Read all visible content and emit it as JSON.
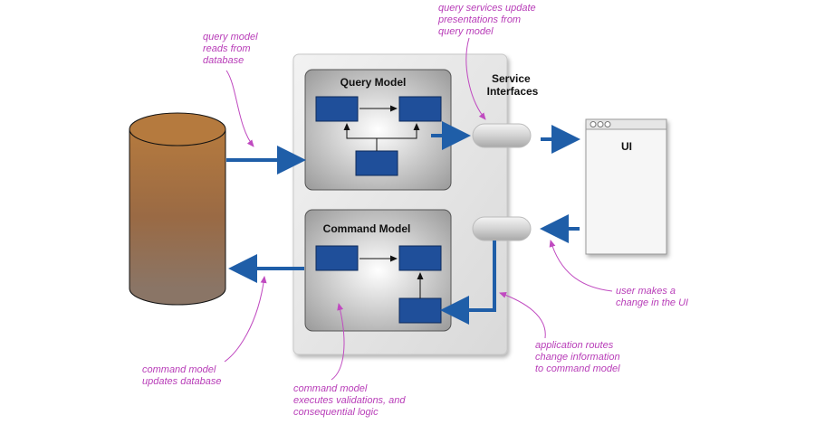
{
  "diagram": {
    "query_model_title": "Query Model",
    "command_model_title": "Command Model",
    "service_interfaces_label": [
      "Service",
      "Interfaces"
    ],
    "ui_label": "UI"
  },
  "annotations": {
    "query_reads": [
      "query model",
      "reads from",
      "database"
    ],
    "query_services": [
      "query services update",
      "presentations from",
      "query model"
    ],
    "user_change": [
      "user makes a",
      "change in the UI"
    ],
    "app_routes": [
      "application routes",
      "change information",
      "to command model"
    ],
    "command_updates": [
      "command model",
      "updates database"
    ],
    "command_executes": [
      "command model",
      "executes validations, and",
      "consequential logic"
    ]
  },
  "colors": {
    "arrow_blue": "#1f5ea8",
    "box_blue": "#1f4f9a",
    "annotation_magenta": "#b83db8"
  }
}
